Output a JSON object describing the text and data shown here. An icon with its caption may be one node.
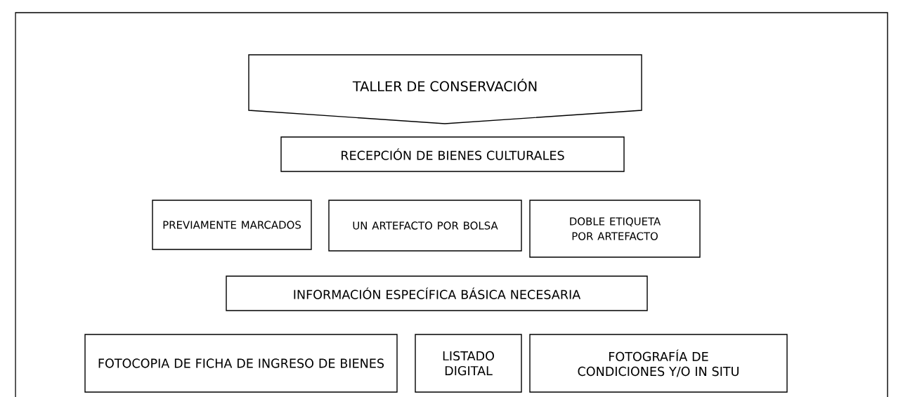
{
  "diagram": {
    "nodes": [
      {
        "text": [
          "TALLER DE CONSERVACIÓN"
        ]
      },
      {
        "text": [
          "RECEPCIÓN DE BIENES CULTURALES"
        ]
      },
      {
        "text": [
          "PREVIAMENTE MARCADOS"
        ]
      },
      {
        "text": [
          "UN ARTEFACTO POR BOLSA"
        ]
      },
      {
        "text": [
          "DOBLE ETIQUETA POR ARTEFACTO"
        ]
      },
      {
        "text": [
          "INFORMACIÓN ESPECÍFICA BÁSICA NECESARIA"
        ]
      },
      {
        "text": [
          "FOTOCOPIA DE FICHA DE INGRESO DE BIENES"
        ]
      },
      {
        "text": [
          "LISTADO DIGITAL"
        ]
      },
      {
        "text": [
          "FOTOGRAFÍA DE CONDICIONES Y/O IN SITU"
        ]
      }
    ]
  }
}
